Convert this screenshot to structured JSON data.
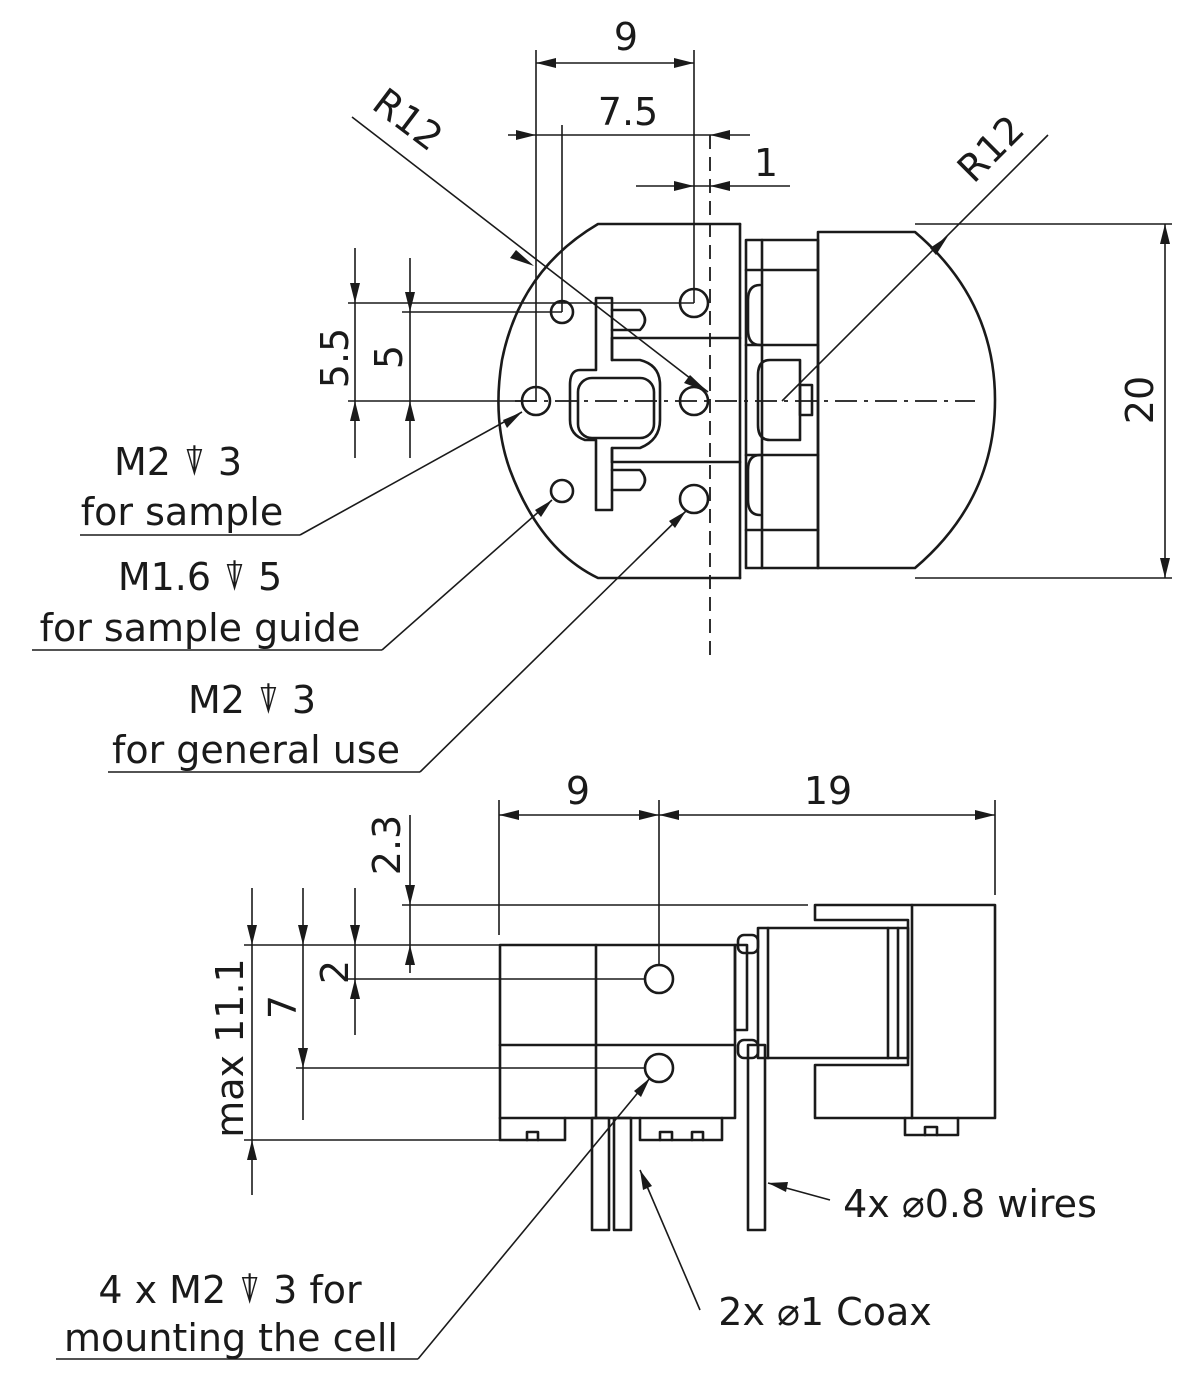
{
  "top_view": {
    "dim_9": "9",
    "dim_7_5": "7.5",
    "dim_1": "1",
    "dim_r12_left": "R12",
    "dim_r12_right": "R12",
    "dim_5_5": "5.5",
    "dim_5": "5",
    "dim_20": "20",
    "callouts": [
      {
        "line1": "M2 ⍒ 3",
        "line2": "for sample"
      },
      {
        "line1": "M1.6 ⍒ 5",
        "line2": "for sample guide"
      },
      {
        "line1": "M2 ⍒ 3",
        "line2": "for general use"
      }
    ]
  },
  "side_view": {
    "dim_9": "9",
    "dim_19": "19",
    "dim_2_3": "2.3",
    "dim_2": "2",
    "dim_7": "7",
    "dim_max": "max 11.1",
    "callout_wires": "4x  ⌀0.8 wires",
    "callout_coax": "2x  ⌀1 Coax",
    "callout_mount_line1": "4 x M2 ⍒ 3 for",
    "callout_mount_line2": "mounting the cell"
  }
}
